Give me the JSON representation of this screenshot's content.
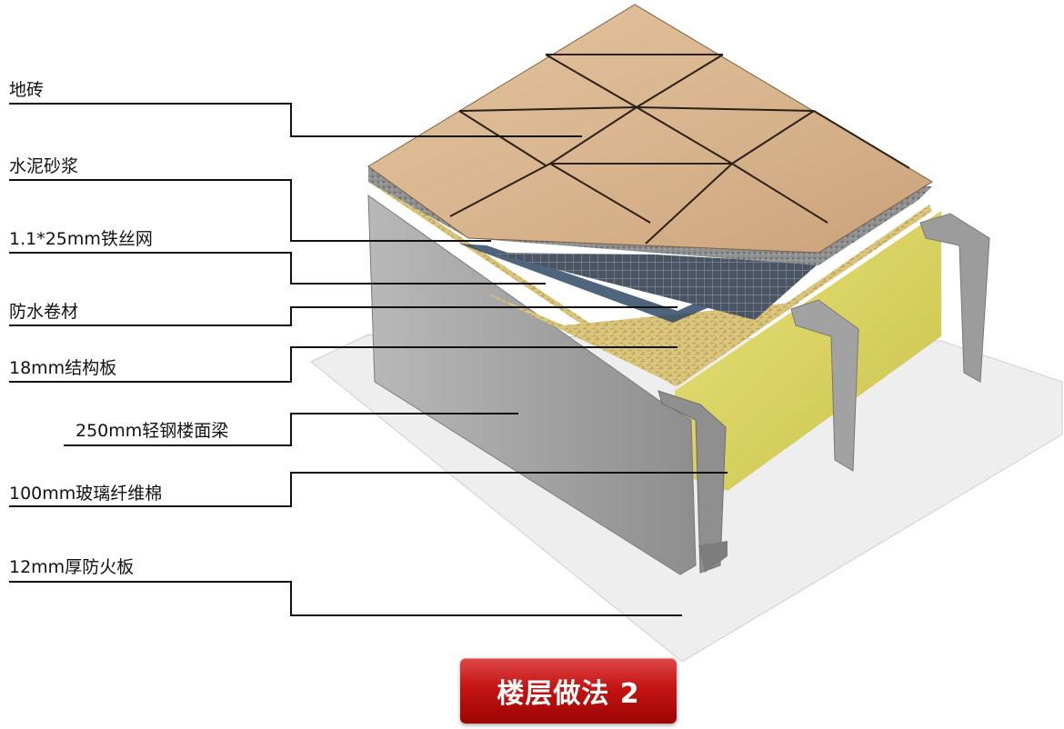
{
  "layers": [
    {
      "label": "地砖"
    },
    {
      "label": "水泥砂浆"
    },
    {
      "label": "1.1*25mm铁丝网"
    },
    {
      "label": "防水卷材"
    },
    {
      "label": "18mm结构板"
    },
    {
      "label": "250mm轻钢楼面梁"
    },
    {
      "label": "100mm玻璃纤维棉"
    },
    {
      "label": "12mm厚防火板"
    }
  ],
  "title": "楼层做法 2",
  "colors": {
    "tile": "#d9b48c",
    "mortar": "#8a8c8e",
    "mesh": "#4a5260",
    "osb": "#d8c27a",
    "steel": "#a9a9a9",
    "insulation": "#d8d25a",
    "fireboard": "#ececec",
    "title_bg": "#c41414"
  }
}
